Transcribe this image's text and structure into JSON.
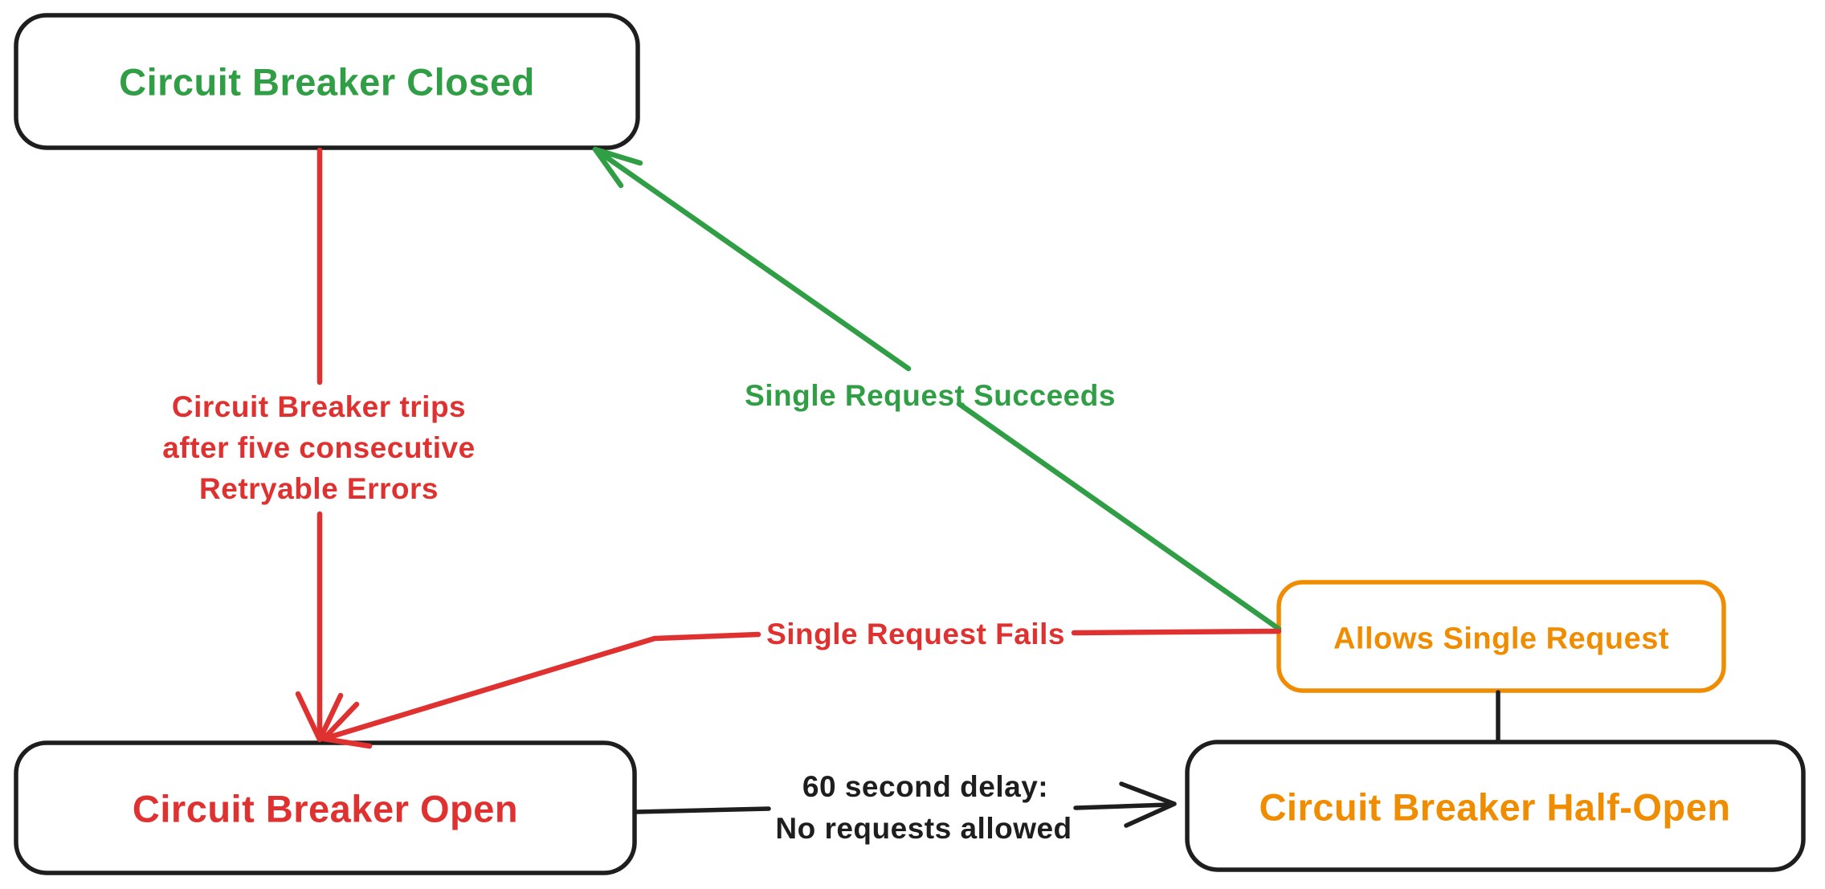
{
  "colors": {
    "green": "#2f9e44",
    "red": "#e03131",
    "orange": "#f08c00",
    "black": "#1e1e1e",
    "background": "#ffffff"
  },
  "diagram": {
    "states": {
      "closed": {
        "label": "Circuit Breaker Closed"
      },
      "open": {
        "label": "Circuit Breaker Open"
      },
      "half_open": {
        "label": "Circuit Breaker Half-Open"
      },
      "allows_single_request": {
        "label": "Allows Single Request"
      }
    },
    "transitions": {
      "closed_to_open": {
        "line1": "Circuit Breaker trips",
        "line2": "after five consecutive",
        "line3": "Retryable Errors"
      },
      "half_open_to_closed": {
        "label": "Single Request Succeeds"
      },
      "half_open_to_open": {
        "label": "Single Request Fails"
      },
      "open_to_half_open": {
        "line1": "60 second delay:",
        "line2": "No requests allowed"
      }
    }
  }
}
